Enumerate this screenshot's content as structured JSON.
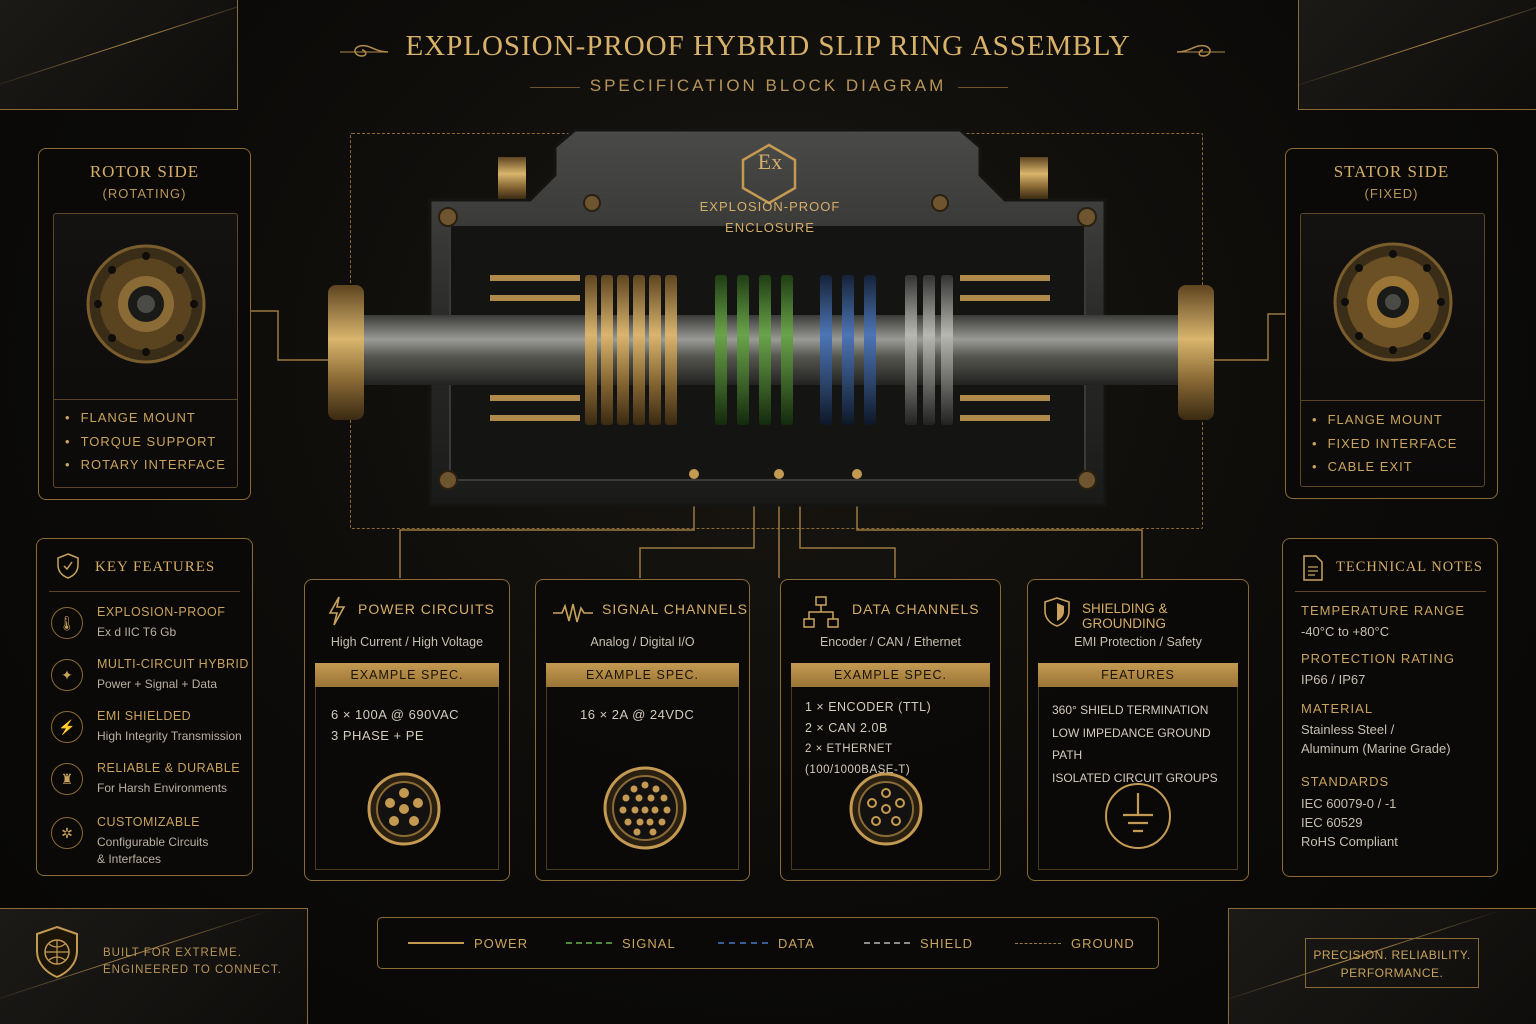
{
  "header": {
    "title": "EXPLOSION-PROOF HYBRID SLIP RING ASSEMBLY",
    "subtitle": "SPECIFICATION BLOCK DIAGRAM"
  },
  "enclosure": {
    "symbol": "Ex",
    "label_line1": "EXPLOSION-PROOF",
    "label_line2": "ENCLOSURE"
  },
  "rotor": {
    "title": "ROTOR SIDE",
    "subtitle": "(ROTATING)",
    "items": [
      "FLANGE MOUNT",
      "TORQUE SUPPORT",
      "ROTARY INTERFACE"
    ]
  },
  "stator": {
    "title": "STATOR SIDE",
    "subtitle": "(FIXED)",
    "items": [
      "FLANGE MOUNT",
      "FIXED INTERFACE",
      "CABLE EXIT"
    ]
  },
  "key_features": {
    "title": "KEY FEATURES",
    "items": [
      {
        "icon": "thermometer-icon",
        "title": "EXPLOSION-PROOF",
        "desc": "Ex d IIC T6 Gb"
      },
      {
        "icon": "circuit-icon",
        "title": "MULTI-CIRCUIT HYBRID",
        "desc": "Power + Signal + Data"
      },
      {
        "icon": "emi-icon",
        "title": "EMI SHIELDED",
        "desc": "High Integrity Transmission"
      },
      {
        "icon": "castle-icon",
        "title": "RELIABLE & DURABLE",
        "desc": "For Harsh Environments"
      },
      {
        "icon": "gear-icon",
        "title": "CUSTOMIZABLE",
        "desc": "Configurable Circuits\n& Interfaces"
      }
    ]
  },
  "cards": [
    {
      "title": "POWER CIRCUITS",
      "subtitle": "High Current / High Voltage",
      "bar": "EXAMPLE SPEC.",
      "specs": [
        "6 × 100A @ 690VAC",
        "3 PHASE + PE"
      ],
      "icon": "lightning-icon"
    },
    {
      "title": "SIGNAL CHANNELS",
      "subtitle": "Analog / Digital I/O",
      "bar": "EXAMPLE SPEC.",
      "specs": [
        "16 × 2A @ 24VDC"
      ],
      "icon": "waveform-icon"
    },
    {
      "title": "DATA CHANNELS",
      "subtitle": "Encoder / CAN / Ethernet",
      "bar": "EXAMPLE SPEC.",
      "specs": [
        "1 × ENCODER (TTL)",
        "2 × CAN 2.0B",
        "2 × ETHERNET (100/1000BASE-T)"
      ],
      "icon": "network-icon"
    },
    {
      "title": "SHIELDING & GROUNDING",
      "subtitle": "EMI Protection / Safety",
      "bar": "FEATURES",
      "specs": [
        "360° SHIELD TERMINATION",
        "LOW IMPEDANCE GROUND PATH",
        "ISOLATED CIRCUIT GROUPS"
      ],
      "icon": "shield-icon"
    }
  ],
  "technical_notes": {
    "title": "TECHNICAL NOTES",
    "groups": [
      {
        "label": "TEMPERATURE RANGE",
        "value": "-40°C to +80°C"
      },
      {
        "label": "PROTECTION RATING",
        "value": "IP66 / IP67"
      },
      {
        "label": "MATERIAL",
        "value": "Stainless Steel /\nAluminum (Marine Grade)"
      },
      {
        "label": "STANDARDS",
        "value": "IEC 60079-0 / -1\nIEC 60529\nRoHS Compliant"
      }
    ]
  },
  "legend": [
    {
      "label": "POWER",
      "color": "#c49a52",
      "style": "solid"
    },
    {
      "label": "SIGNAL",
      "color": "#4f8a3a",
      "style": "dashed"
    },
    {
      "label": "DATA",
      "color": "#3a5d9a",
      "style": "dashed"
    },
    {
      "label": "SHIELD",
      "color": "#8c8c8c",
      "style": "dashed"
    },
    {
      "label": "GROUND",
      "color": "#9a7a40",
      "style": "dotted"
    }
  ],
  "footer_left": {
    "line1": "BUILT FOR EXTREME.",
    "line2": "ENGINEERED TO CONNECT."
  },
  "footer_right": {
    "line1": "PRECISION. RELIABILITY.",
    "line2": "PERFORMANCE."
  },
  "colors": {
    "gold": "#c9a35e",
    "background": "#0c0b09",
    "power": "#c49a52",
    "signal": "#4f8a3a",
    "data": "#3a5d9a",
    "shield": "#8c8c8c"
  }
}
